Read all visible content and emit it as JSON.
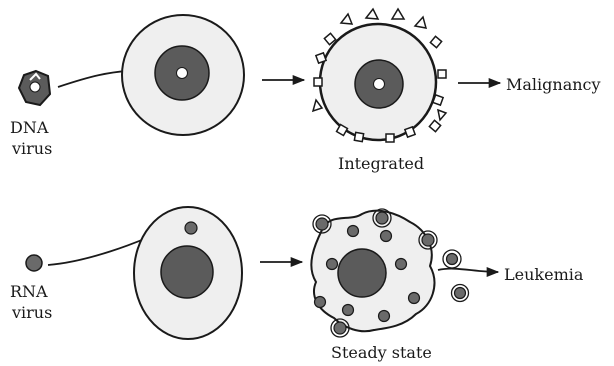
{
  "labels": {
    "dna_virus": "DNA",
    "dna_virus_2": "virus",
    "integrated": "Integrated",
    "malignancy": "Malignancy",
    "rna_virus": "RNA",
    "rna_virus_2": "virus",
    "steady_state": "Steady state",
    "leukemia": "Leukemia"
  },
  "colors": {
    "ink": "#1a1a1a",
    "cytoplasm": "#efefef",
    "nucleus": "#5b5b5b",
    "virion": "#6a6a6a"
  }
}
